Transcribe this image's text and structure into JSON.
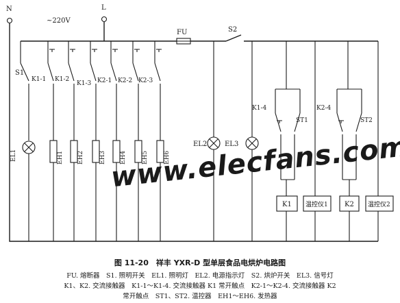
{
  "labels": {
    "n": "N",
    "l": "L",
    "voltage": "~220V",
    "fu": "FU",
    "s2": "S2",
    "s1": "S1",
    "k1_1": "K1-1",
    "k1_2": "K1-2",
    "k1_3": "K1-3",
    "k2_1": "K2-1",
    "k2_2": "K2-2",
    "k2_3": "K2-3",
    "el1": "EL1",
    "el2": "EL2",
    "el3": "EL3",
    "eh1": "EH1",
    "eh2": "EH2",
    "eh3": "EH3",
    "eh4": "EH4",
    "eh5": "EH5",
    "eh6": "EH6",
    "k1_4": "K1-4",
    "k2_4": "K2-4",
    "st1": "ST1",
    "st2": "ST2",
    "k1_coil": "K1",
    "k2_coil": "K2",
    "thermo1": "温控仪1",
    "thermo2": "温控仪2"
  },
  "watermark": "www.elecfans.com",
  "caption": {
    "title": "图 11-20　祥丰 YXR-D 型单层食品电烘炉电路图",
    "line1": "FU. 熔断器　S1. 照明开关　EL1. 照明灯　EL2. 电源指示灯　S2. 烘炉开关　EL3. 信号灯",
    "line2": "K1、K2. 交流接触器　K1-1～K1-4. 交流接触器 K1 常开触点　K2-1～K2-4. 交流接触器 K2",
    "line3": "常开触点　ST1、ST2. 温控器　EH1～EH6. 发热器"
  },
  "colors": {
    "line": "#1a1a1a",
    "watermark": "#e8121b",
    "background": "#ffffff"
  }
}
